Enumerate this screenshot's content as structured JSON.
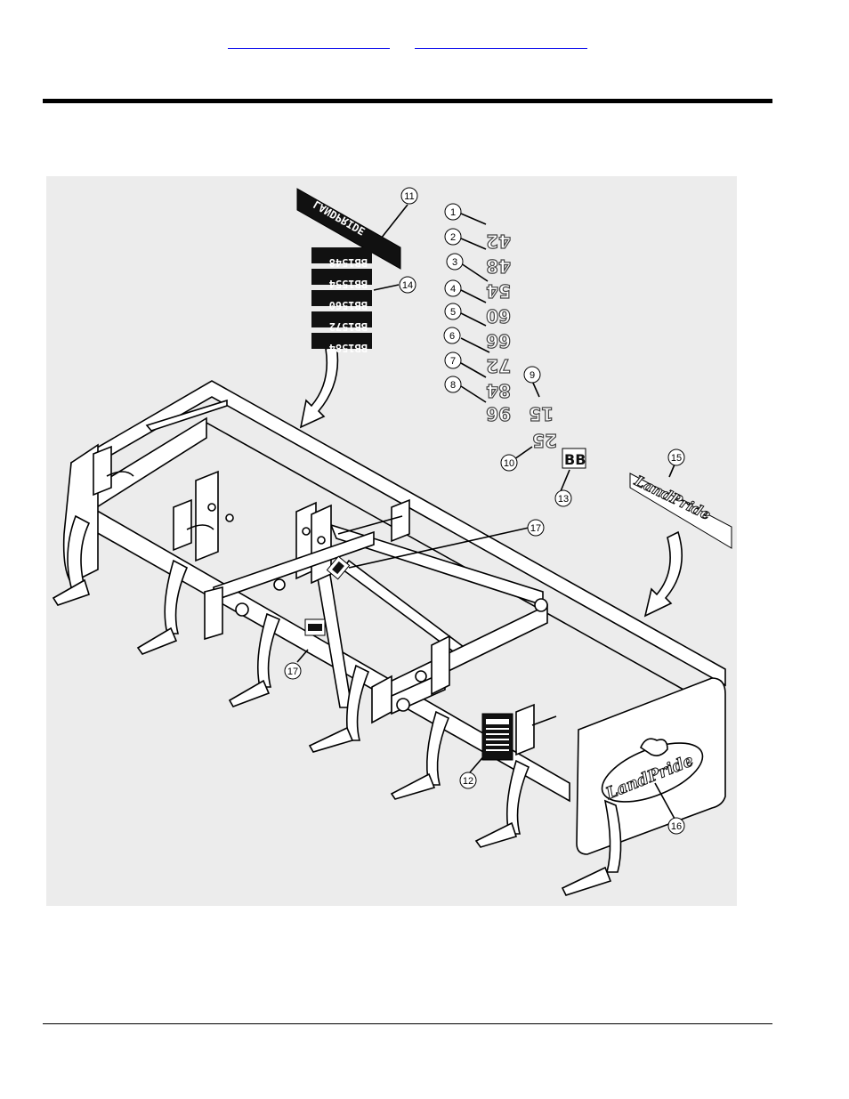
{
  "header": {
    "links": [
      {
        "label": ""
      },
      {
        "label": ""
      }
    ]
  },
  "diagram": {
    "callouts": [
      {
        "number": "1"
      },
      {
        "number": "2"
      },
      {
        "number": "3"
      },
      {
        "number": "4"
      },
      {
        "number": "5"
      },
      {
        "number": "6"
      },
      {
        "number": "7"
      },
      {
        "number": "8"
      },
      {
        "number": "9"
      },
      {
        "number": "10"
      },
      {
        "number": "11"
      },
      {
        "number": "12"
      },
      {
        "number": "13"
      },
      {
        "number": "14"
      },
      {
        "number": "15"
      },
      {
        "number": "16"
      },
      {
        "number": "17"
      },
      {
        "number": "17"
      }
    ],
    "size_decals": [
      "42",
      "48",
      "54",
      "60",
      "66",
      "72",
      "84",
      "96"
    ],
    "class_decals": [
      "15",
      "25"
    ],
    "bb_decal": "BB",
    "model_decals": [
      "BB1548",
      "BB1554",
      "BB1560",
      "BB1572",
      "BB1584"
    ],
    "brand_decal": "LANDPRIDE",
    "side_logo": "LandPride"
  }
}
